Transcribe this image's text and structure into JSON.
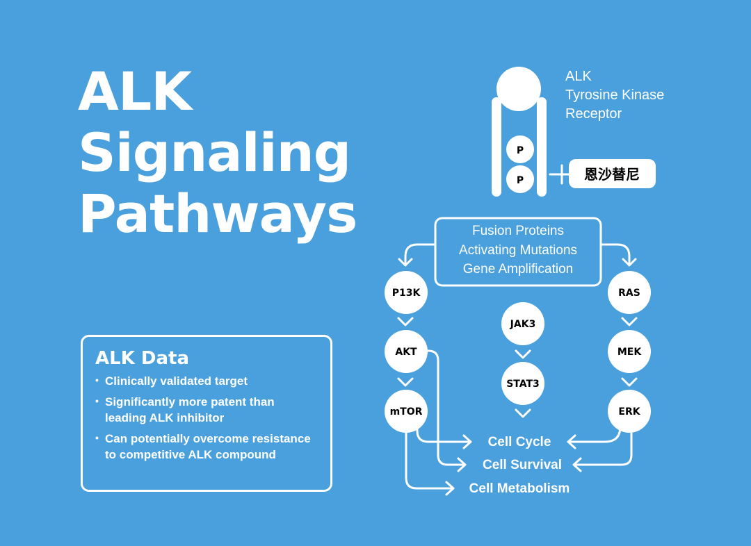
{
  "title": {
    "line1": "ALK",
    "line2": "Signaling",
    "line3": "Pathways"
  },
  "receptor": {
    "label_lines": [
      "ALK",
      "Tyrosine Kinase",
      "Receptor"
    ],
    "p_top": "P",
    "p_bottom": "P",
    "inhibitor": "恩沙替尼"
  },
  "activation_box": [
    "Fusion Proteins",
    "Activating Mutations",
    "Gene Amplification"
  ],
  "nodes": {
    "p13k": "P13K",
    "akt": "AKT",
    "mtor": "mTOR",
    "jak3": "JAK3",
    "stat3": "STAT3",
    "ras": "RAS",
    "mek": "MEK",
    "erk": "ERK"
  },
  "outcomes": {
    "cell_cycle": "Cell Cycle",
    "cell_survival": "Cell Survival",
    "cell_metabolism": "Cell Metabolism"
  },
  "data_box": {
    "heading": "ALK Data",
    "bullets": [
      "Clinically validated target",
      "Significantly more patent than leading ALK inhibitor",
      "Can potentially overcome resistance to competitive ALK compound"
    ]
  }
}
